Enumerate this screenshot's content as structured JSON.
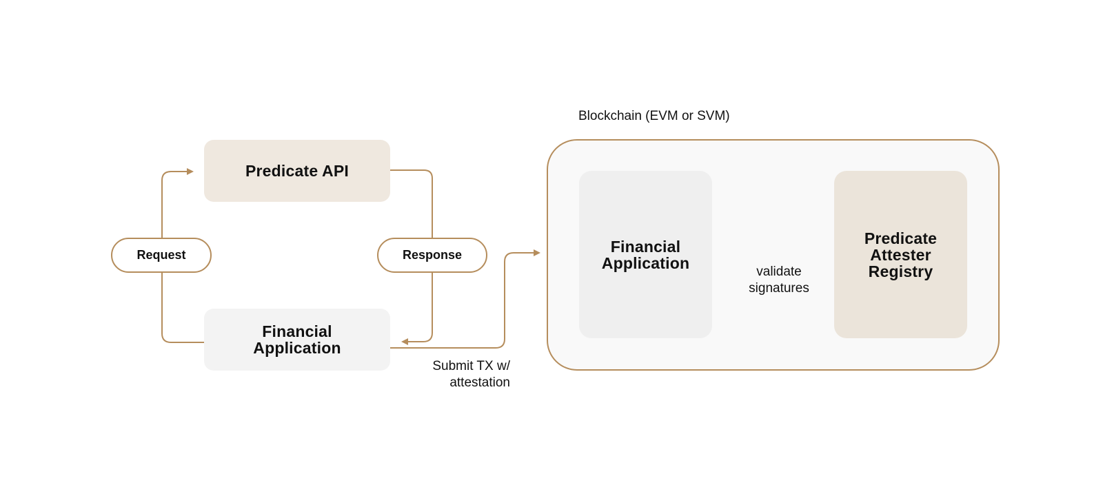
{
  "diagram": {
    "accent_color": "#b58d5c",
    "nodes": {
      "predicate_api": "Predicate API",
      "financial_app_left": "Financial\nApplication",
      "financial_app_chain": "Financial\nApplication",
      "attester_registry": "Predicate\nAttester\nRegistry"
    },
    "pills": {
      "request": "Request",
      "response": "Response"
    },
    "container": {
      "title": "Blockchain (EVM or SVM)"
    },
    "edge_labels": {
      "submit_tx": "Submit TX w/\nattestation",
      "validate": "validate\nsignatures"
    }
  }
}
